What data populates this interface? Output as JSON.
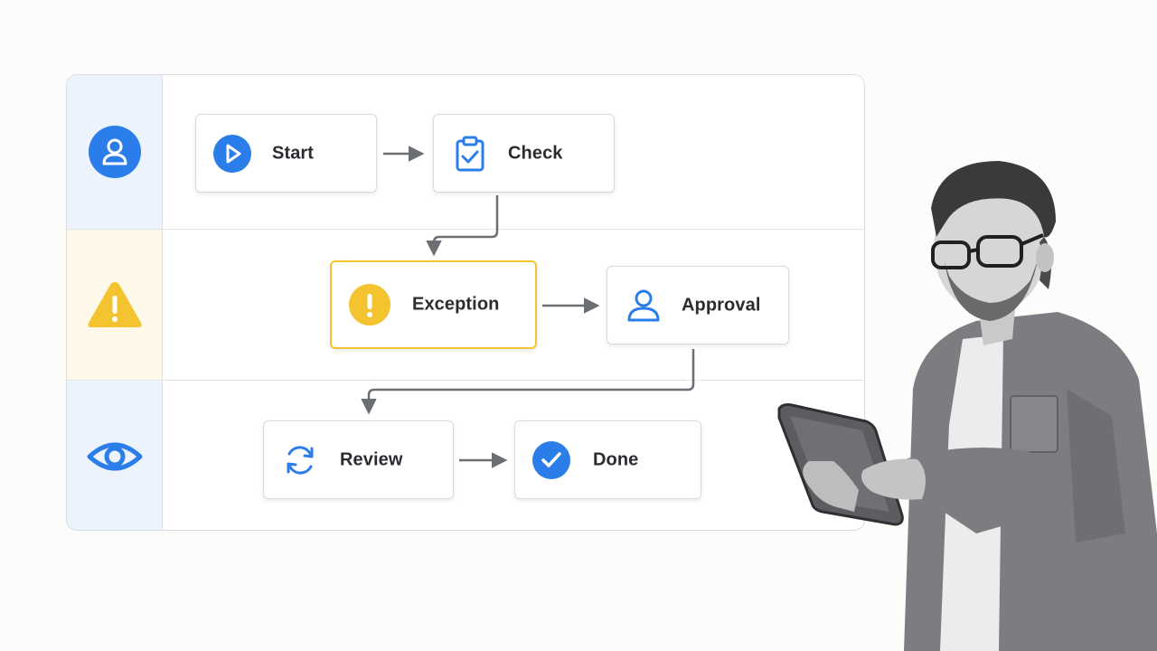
{
  "diagram": {
    "lanes": [
      {
        "icon": "user-icon",
        "tint": "#edf3fd"
      },
      {
        "icon": "warning-icon",
        "tint": "#fef8e8"
      },
      {
        "icon": "eye-icon",
        "tint": "#edf3fd"
      }
    ],
    "nodes": {
      "start": {
        "label": "Start",
        "icon": "play-icon"
      },
      "check": {
        "label": "Check",
        "icon": "clipboard-check-icon"
      },
      "exception": {
        "label": "Exception",
        "icon": "exclamation-icon"
      },
      "approval": {
        "label": "Approval",
        "icon": "user-icon"
      },
      "review": {
        "label": "Review",
        "icon": "refresh-icon"
      },
      "done": {
        "label": "Done",
        "icon": "check-circle-icon"
      }
    },
    "edges": [
      [
        "start",
        "check"
      ],
      [
        "check",
        "exception"
      ],
      [
        "exception",
        "approval"
      ],
      [
        "approval",
        "review"
      ],
      [
        "review",
        "done"
      ]
    ],
    "colors": {
      "accent": "#2b7de9",
      "warning": "#f4c430",
      "arrow": "#6b6e73"
    }
  },
  "illustration": {
    "subject": "person-holding-tablet"
  }
}
